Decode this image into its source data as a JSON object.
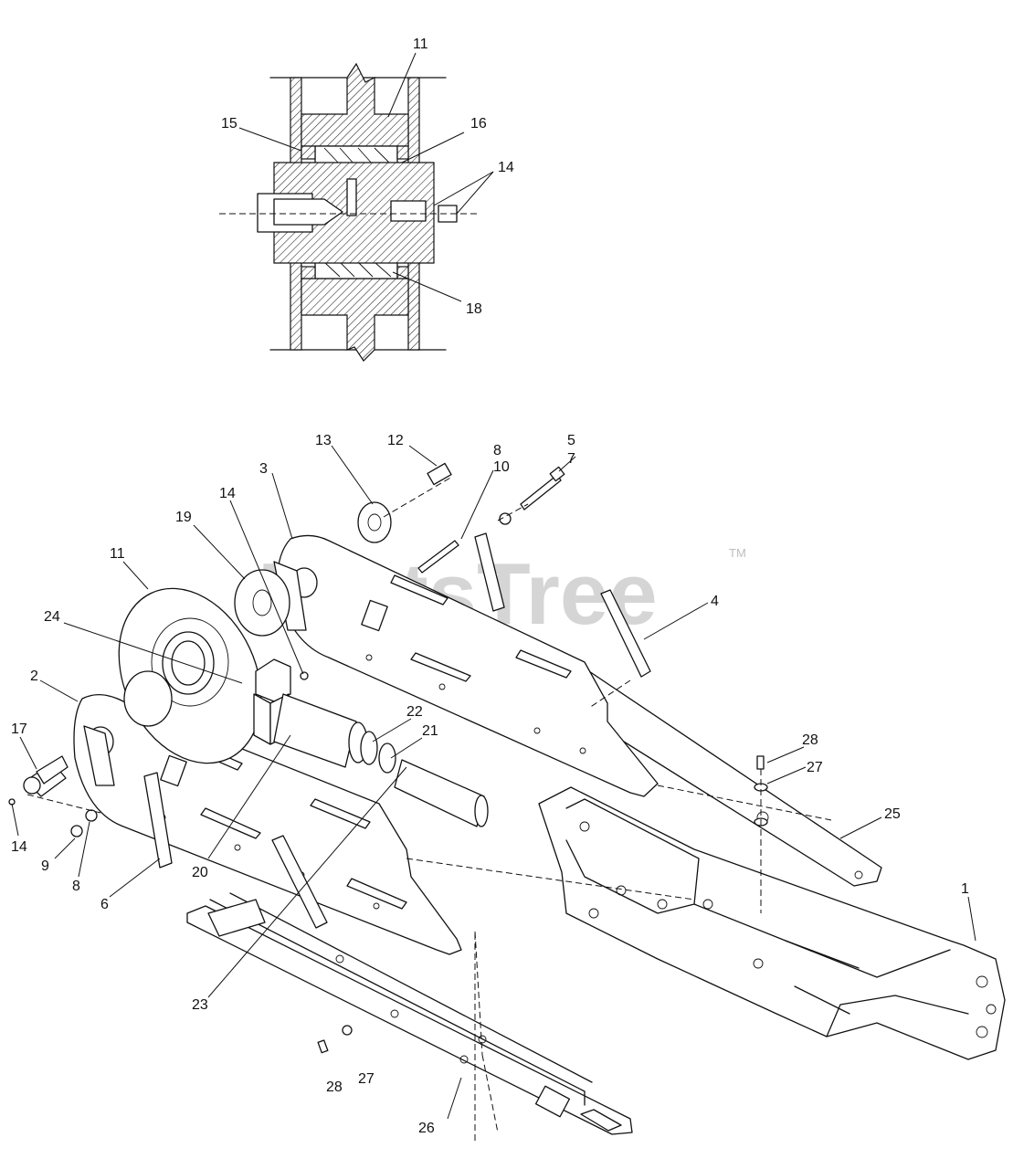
{
  "watermark": {
    "brand": "PartsTree",
    "trademark": "TM"
  },
  "callouts": [
    {
      "id": "c11a",
      "text": "11"
    },
    {
      "id": "c15",
      "text": "15"
    },
    {
      "id": "c16",
      "text": "16"
    },
    {
      "id": "c14a",
      "text": "14"
    },
    {
      "id": "c18",
      "text": "18"
    },
    {
      "id": "c13",
      "text": "13"
    },
    {
      "id": "c12",
      "text": "12"
    },
    {
      "id": "c8a",
      "text": "8"
    },
    {
      "id": "c10",
      "text": "10"
    },
    {
      "id": "c5",
      "text": "5"
    },
    {
      "id": "c7",
      "text": "7"
    },
    {
      "id": "c3",
      "text": "3"
    },
    {
      "id": "c14b",
      "text": "14"
    },
    {
      "id": "c19",
      "text": "19"
    },
    {
      "id": "c11b",
      "text": "11"
    },
    {
      "id": "c4",
      "text": "4"
    },
    {
      "id": "c24",
      "text": "24"
    },
    {
      "id": "c2",
      "text": "2"
    },
    {
      "id": "c22",
      "text": "22"
    },
    {
      "id": "c21",
      "text": "21"
    },
    {
      "id": "c17",
      "text": "17"
    },
    {
      "id": "c28a",
      "text": "28"
    },
    {
      "id": "c27a",
      "text": "27"
    },
    {
      "id": "c25",
      "text": "25"
    },
    {
      "id": "c14c",
      "text": "14"
    },
    {
      "id": "c9",
      "text": "9"
    },
    {
      "id": "c8b",
      "text": "8"
    },
    {
      "id": "c20",
      "text": "20"
    },
    {
      "id": "c6",
      "text": "6"
    },
    {
      "id": "c1",
      "text": "1"
    },
    {
      "id": "c23",
      "text": "23"
    },
    {
      "id": "c28b",
      "text": "28"
    },
    {
      "id": "c27b",
      "text": "27"
    },
    {
      "id": "c26",
      "text": "26"
    }
  ]
}
